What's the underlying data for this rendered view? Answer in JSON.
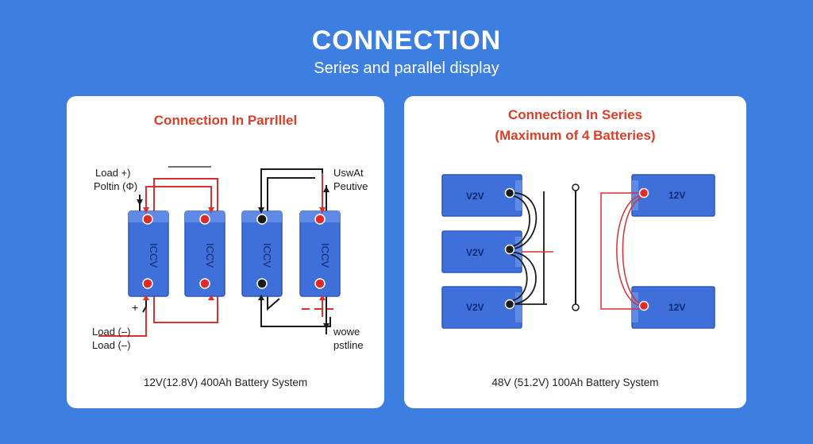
{
  "header": {
    "title": "CONNECTION",
    "subtitle": "Series and parallel display"
  },
  "parallel": {
    "title": "Connection In Parrlllel",
    "battery_label": "ICCV",
    "labels": {
      "top_left_1": "Load +)",
      "top_left_2": "Poltin (Φ)",
      "top_right_1": "UswAt",
      "top_right_2": "Peutive",
      "plus_mark": "+",
      "bottom_left_1": "Load (–)",
      "bottom_left_2": "Load (–)",
      "bottom_right_1": "wowe",
      "bottom_right_2": "pstline"
    },
    "footer": "12V(12.8V) 400Ah Battery System"
  },
  "series": {
    "title_line1": "Connection In Series",
    "title_line2": "(Maximum of 4 Batteries)",
    "left_battery_labels": [
      "V2V",
      "V2V",
      "V2V"
    ],
    "right_battery_labels": [
      "12V",
      "12V"
    ],
    "footer": "48V (51.2V) 100Ah Battery System"
  },
  "colors": {
    "background": "#3d7fe0",
    "battery": "#3f6fd9",
    "wire_red": "#d93030",
    "wire_black": "#1a1a1a",
    "title_red": "#d8402a"
  }
}
